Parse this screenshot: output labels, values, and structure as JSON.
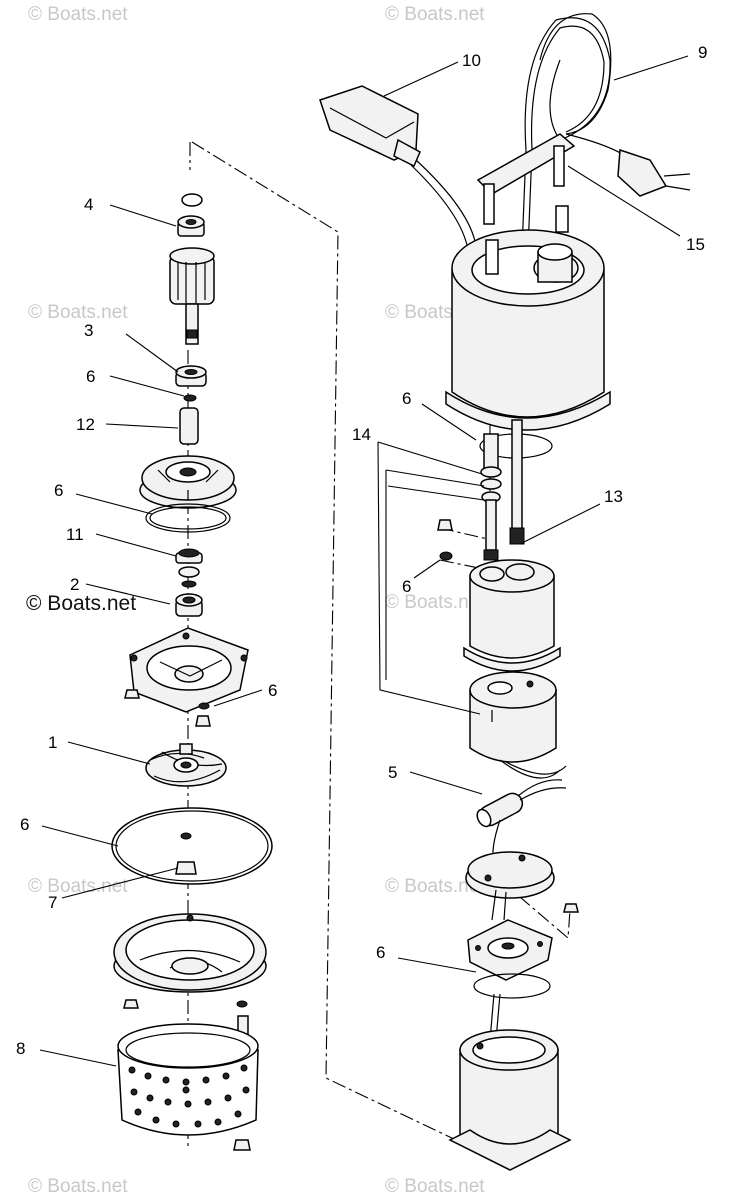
{
  "watermark": {
    "text": "© Boats.net",
    "prominent_text": "© Boats.net"
  },
  "callouts": [
    {
      "id": "c4",
      "label": "4"
    },
    {
      "id": "c3",
      "label": "3"
    },
    {
      "id": "c6a",
      "label": "6"
    },
    {
      "id": "c12",
      "label": "12"
    },
    {
      "id": "c6b",
      "label": "6"
    },
    {
      "id": "c11",
      "label": "11"
    },
    {
      "id": "c2",
      "label": "2"
    },
    {
      "id": "c6c",
      "label": "6"
    },
    {
      "id": "c1",
      "label": "1"
    },
    {
      "id": "c6d",
      "label": "6"
    },
    {
      "id": "c7",
      "label": "7"
    },
    {
      "id": "c8",
      "label": "8"
    },
    {
      "id": "c10",
      "label": "10"
    },
    {
      "id": "c9",
      "label": "9"
    },
    {
      "id": "c15",
      "label": "15"
    },
    {
      "id": "c6e",
      "label": "6"
    },
    {
      "id": "c14",
      "label": "14"
    },
    {
      "id": "c13",
      "label": "13"
    },
    {
      "id": "c6f",
      "label": "6"
    },
    {
      "id": "c5",
      "label": "5"
    },
    {
      "id": "c6g",
      "label": "6"
    }
  ]
}
